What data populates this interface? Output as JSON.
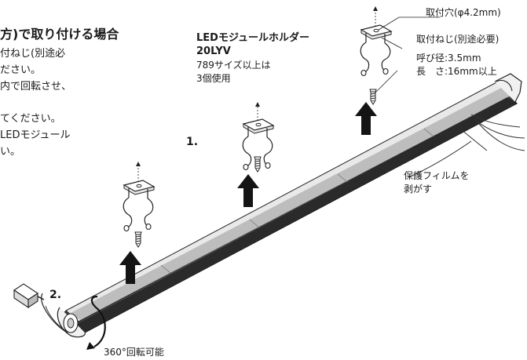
{
  "instructions": {
    "heading": "方)で取り付ける場合",
    "lines": [
      "付ねじ(別途必",
      "ださい。",
      "内で回転させ、",
      "てください。",
      "LEDモジュール",
      "い。"
    ]
  },
  "holder": {
    "title_line1": "LEDモジュールホルダー",
    "title_line2": "20LYV",
    "note_line1": "789サイズ以上は",
    "note_line2": "3個使用"
  },
  "callouts": {
    "mounting_hole": "取付穴(φ4.2mm)",
    "screw_title": "取付ねじ(別途必要)",
    "screw_dia": "呼び径:3.5mm",
    "screw_len": "長　さ:16mm以上",
    "film_line1": "保護フィルムを",
    "film_line2": "剥がす",
    "rotation": "360°回転可能"
  },
  "steps": {
    "step1": "1.",
    "step2": "2."
  }
}
